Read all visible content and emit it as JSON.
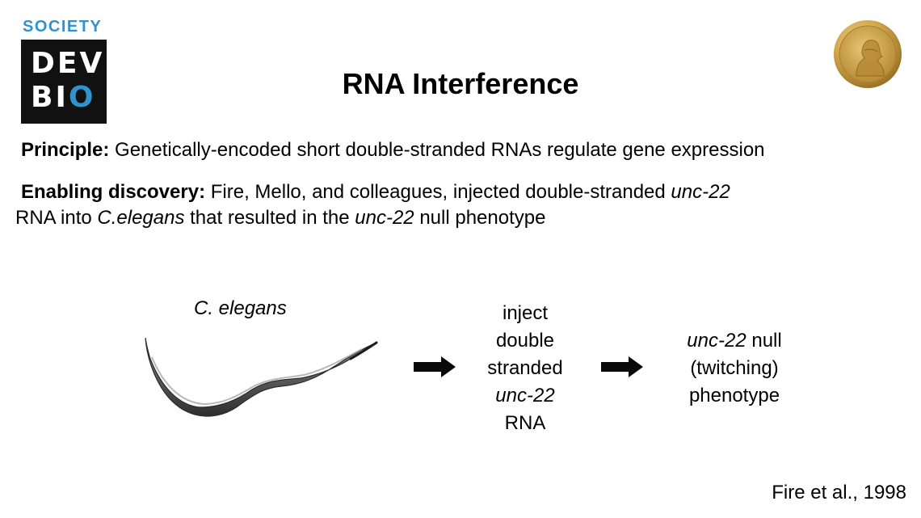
{
  "logo": {
    "society": "SOCIETY",
    "line1": "DEV",
    "line2_prefix": "BI",
    "line2_o": "O"
  },
  "title": "RNA Interference",
  "principle": {
    "label": "Principle:",
    "text": " Genetically-encoded short double-stranded RNAs regulate gene expression"
  },
  "discovery": {
    "label": "Enabling discovery:",
    "t1": " Fire, Mello, and colleagues, injected double-stranded ",
    "i1": "unc-22",
    "t2": " RNA into ",
    "i2": "C.elegans",
    "t3": " that resulted in the ",
    "i3": "unc-22",
    "t4": " null phenotype"
  },
  "worm_caption": "C. elegans",
  "step1": {
    "line1": "inject",
    "line2": "double",
    "line3": "stranded",
    "line4": "unc-22",
    "line5": "RNA"
  },
  "step2": {
    "line1_italic": "unc-22",
    "line1_rest": " null",
    "line2": "(twitching)",
    "line3": "phenotype"
  },
  "citation": "Fire et al., 1998",
  "colors": {
    "logo_blue": "#2f93cf",
    "logo_black": "#111111",
    "arrow": "#0a0a0a",
    "medal_gold": "#c9a24a"
  },
  "icons": {
    "logo": "society-devbio-logo",
    "medal": "nobel-medal-icon",
    "worm": "c-elegans-image",
    "arrow": "right-arrow-icon"
  }
}
